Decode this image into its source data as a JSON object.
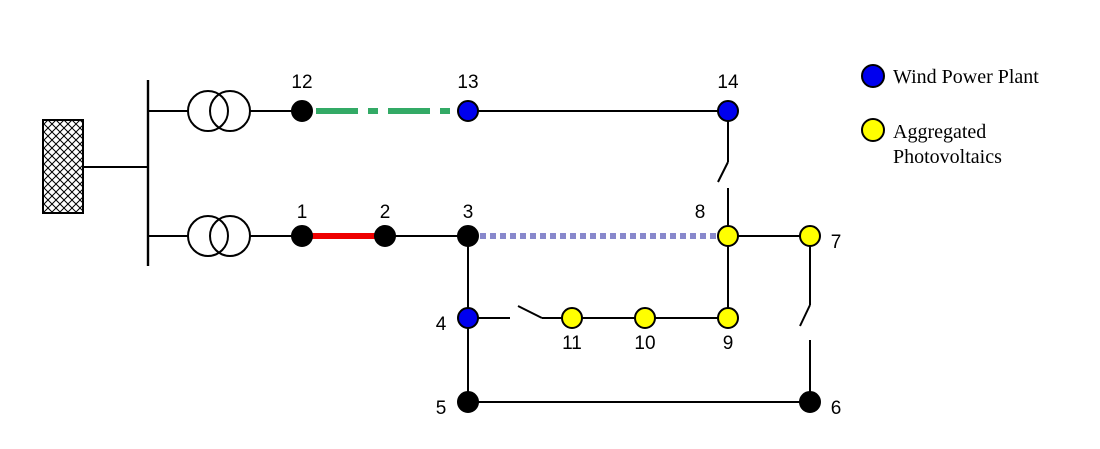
{
  "colors": {
    "wind": "#0000ee",
    "pv": "#ffff00",
    "plain": "#000000",
    "red_line": "#ee0000",
    "green_line": "#33aa66",
    "purple_line": "#8888cc"
  },
  "nodes": [
    {
      "id": "n1",
      "label": "1",
      "type": "plain"
    },
    {
      "id": "n2",
      "label": "2",
      "type": "plain"
    },
    {
      "id": "n3",
      "label": "3",
      "type": "plain"
    },
    {
      "id": "n4",
      "label": "4",
      "type": "wind"
    },
    {
      "id": "n5",
      "label": "5",
      "type": "plain"
    },
    {
      "id": "n6",
      "label": "6",
      "type": "plain"
    },
    {
      "id": "n7",
      "label": "7",
      "type": "pv"
    },
    {
      "id": "n8",
      "label": "8",
      "type": "pv"
    },
    {
      "id": "n9",
      "label": "9",
      "type": "pv"
    },
    {
      "id": "n10",
      "label": "10",
      "type": "pv"
    },
    {
      "id": "n11",
      "label": "11",
      "type": "pv"
    },
    {
      "id": "n12",
      "label": "12",
      "type": "plain"
    },
    {
      "id": "n13",
      "label": "13",
      "type": "wind"
    },
    {
      "id": "n14",
      "label": "14",
      "type": "wind"
    }
  ],
  "legend": {
    "wind_label": "Wind Power Plant",
    "pv_label_line1": "Aggregated",
    "pv_label_line2": "Photovoltaics"
  }
}
